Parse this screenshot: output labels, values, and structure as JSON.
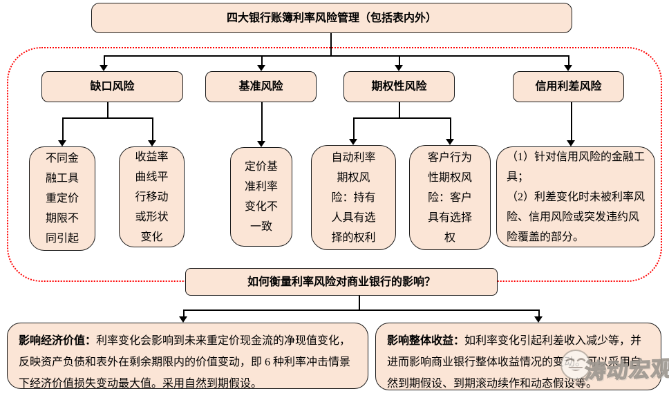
{
  "title_box": {
    "label": "四大银行账簿利率风险管理（包括表内外）"
  },
  "categories": [
    {
      "label": "缺口风险"
    },
    {
      "label": "基准风险"
    },
    {
      "label": "期权性风险"
    },
    {
      "label": "信用利差风险"
    }
  ],
  "detail_boxes": [
    {
      "text": "不同金融工具重定价期限不同引起"
    },
    {
      "text": "收益率曲线平行移动或形状变化"
    },
    {
      "text": "定价基准利率变化不一致"
    },
    {
      "text": "自动利率期权风险：持有人具有选择的权利"
    },
    {
      "text": "客户行为性期权风险：客户具有选择权"
    },
    {
      "line1": "（1）针对信用风险的金融工具；",
      "line2": "（2）利差变化时未被利率风险、信用风险或突发违约风险覆盖的部分。"
    }
  ],
  "question_box": {
    "label": "如何衡量利率风险对商业银行的影响？"
  },
  "impact_boxes": [
    {
      "lead": "影响经济价值：",
      "text": "利率变化会影响到未来重定价现金流的净现值变化，反映资产负债和表外在剩余期限内的价值变动，即 6 种利率冲击情景下经济价值损失变动最大值。采用自然到期假设。"
    },
    {
      "lead": "影响整体收益：",
      "text": "如利率变化引起利差收入减少等，并进而影响商业银行整体收益情况的变动。可以采用自然到期假设、到期滚动续作和动态假设等。"
    }
  ],
  "watermark": {
    "text": "涛动宏观",
    "icon": "grin-face-emoji"
  },
  "colors": {
    "box_fill": "#FBE5D6",
    "box_border": "#000000",
    "connector": "#000000",
    "dashed_border": "#FF0000",
    "watermark_gray": "#968e86"
  }
}
